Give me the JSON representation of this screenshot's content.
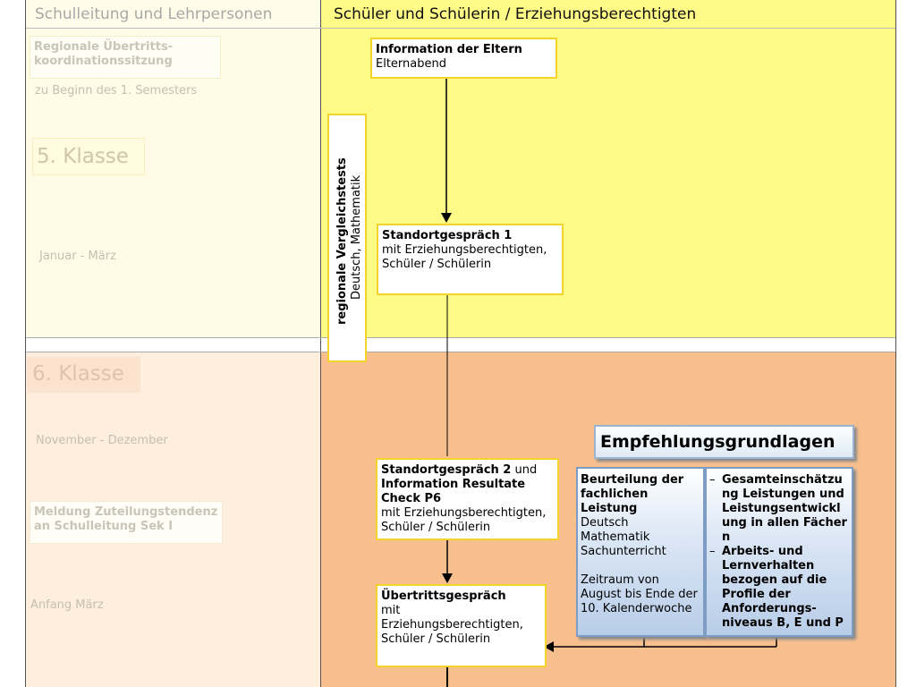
{
  "header": {
    "left": "Schulleitung und Lehrpersonen",
    "right": "Schüler und Schülerin / Erziehungsberechtigten"
  },
  "left_col": {
    "koordination": "Regionale Übertritts-koordinationssitzung",
    "semester": "zu Beginn des 1. Semesters",
    "klasse5": "5. Klasse",
    "jan_maerz": "Januar - März",
    "klasse6": "6. Klasse",
    "nov_dez": "November - Dezember",
    "meldung": "Meldung Zuteilungstendenz an Schulleitung Sek I",
    "anfang_maerz": "Anfang März"
  },
  "vergleich": {
    "title": "regionale Vergleichstests",
    "subtitle": "Deutsch, Mathematik"
  },
  "boxes": {
    "info_title": "Information der Eltern",
    "info_sub": "Elternabend",
    "sg1_title": "Standortgespräch 1",
    "sg1_body": "mit Erziehungsberechtigten, Schüler / Schülerin",
    "sg2_title": "Standortgespräch 2",
    "sg2_und": " und",
    "sg2_title2": "Information Resultate Check P6",
    "sg2_body": "mit Erziehungsberechtigten, Schüler / Schülerin",
    "ue_title": "Übertrittsgespräch",
    "ue_body": "mit Erziehungsberechtigten, Schüler / Schülerin"
  },
  "empfehlung": {
    "title": "Empfehlungsgrundlagen",
    "left_title": "Beurteilung der fachlichen Leistung",
    "left_subjects": [
      "Deutsch",
      "Mathematik",
      "Sachunterricht"
    ],
    "left_time": "Zeitraum von August bis Ende der 10. Kalenderwoche",
    "right_items": [
      "Gesamteinschätzung Leistungen und Leistungsentwicklung in allen Fächern",
      "Arbeits- und Lernverhalten bezogen auf die Profile der Anforderungs-niveaus B, E und P"
    ]
  }
}
